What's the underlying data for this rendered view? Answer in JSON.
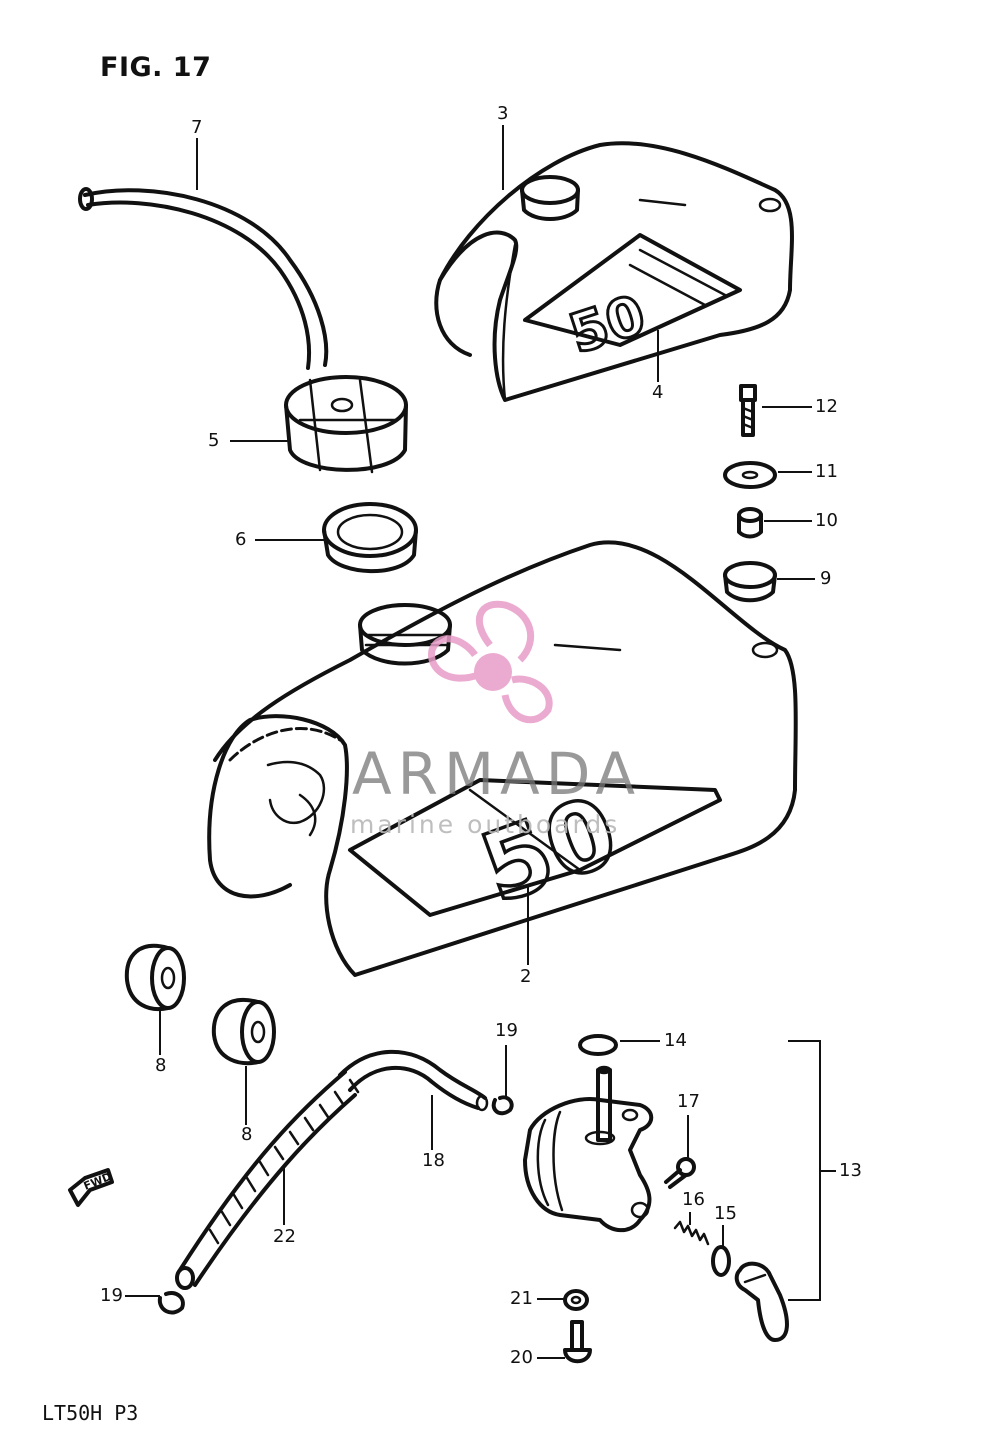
{
  "figure": {
    "title": "FIG. 17",
    "model_code": "LT50H P3"
  },
  "watermark": {
    "brand": "ARMADA",
    "tagline": "marine outboards",
    "colors": {
      "logo": "#e89cc8",
      "text": "#777777"
    }
  },
  "callouts": [
    {
      "id": "c2",
      "label": "2"
    },
    {
      "id": "c3",
      "label": "3"
    },
    {
      "id": "c4",
      "label": "4"
    },
    {
      "id": "c5",
      "label": "5"
    },
    {
      "id": "c6",
      "label": "6"
    },
    {
      "id": "c7",
      "label": "7"
    },
    {
      "id": "c8a",
      "label": "8"
    },
    {
      "id": "c8b",
      "label": "8"
    },
    {
      "id": "c9",
      "label": "9"
    },
    {
      "id": "c10",
      "label": "10"
    },
    {
      "id": "c11",
      "label": "11"
    },
    {
      "id": "c12",
      "label": "12"
    },
    {
      "id": "c13",
      "label": "13"
    },
    {
      "id": "c14",
      "label": "14"
    },
    {
      "id": "c15",
      "label": "15"
    },
    {
      "id": "c16",
      "label": "16"
    },
    {
      "id": "c17",
      "label": "17"
    },
    {
      "id": "c18",
      "label": "18"
    },
    {
      "id": "c19a",
      "label": "19"
    },
    {
      "id": "c19b",
      "label": "19"
    },
    {
      "id": "c20",
      "label": "20"
    },
    {
      "id": "c21",
      "label": "21"
    },
    {
      "id": "c22",
      "label": "22"
    }
  ],
  "tank_badge_text": "50",
  "direction_arrow_text": "FWD"
}
